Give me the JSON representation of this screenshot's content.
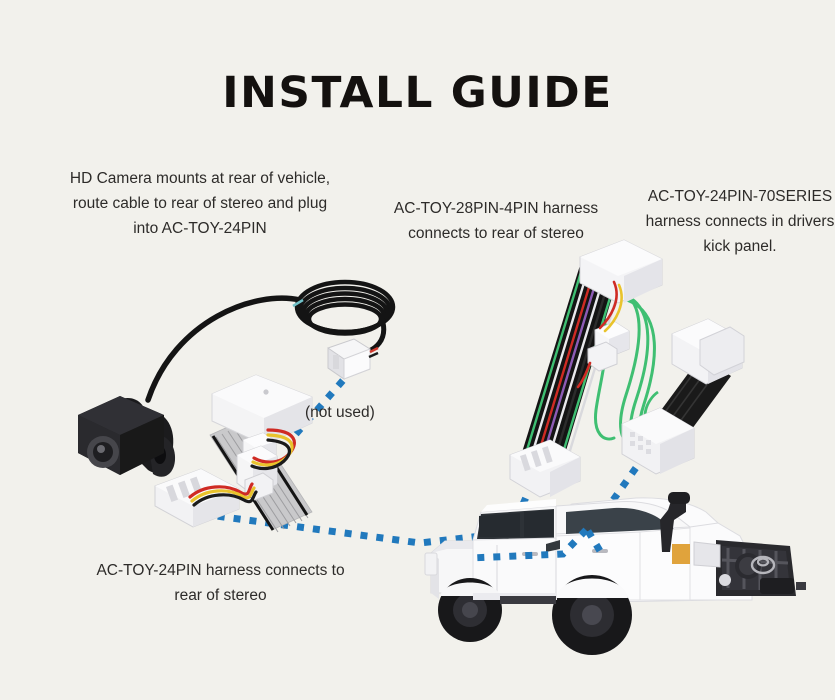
{
  "page": {
    "title": "INSTALL GUIDE",
    "background_color": "#f2f1ec",
    "text_color": "#2d2b29",
    "accent_color": "#2179bd"
  },
  "captions": {
    "camera": "HD Camera mounts at rear of vehicle, route cable to rear of stereo and plug into AC-TOY-24PIN",
    "harness_28pin": "AC-TOY-28PIN-4PIN harness connects to rear of stereo",
    "harness_24pin_70series": "AC-TOY-24PIN-70SERIES harness connects in drivers kick panel.",
    "harness_24pin": "AC-TOY-24PIN harness connects to rear of stereo",
    "not_used": "(not used)"
  },
  "parts": {
    "camera": "HD reversing camera with mounting bracket",
    "camera_cable": "Coiled black extension cable",
    "harness_24pin": "AC-TOY-24PIN harness with ribbon cable and module",
    "harness_28pin_4pin": "AC-TOY-28PIN-4PIN harness",
    "harness_24pin_70series": "AC-TOY-24PIN-70SERIES harness",
    "vehicle": "Toyota Land Cruiser 79 Series dual-cab ute"
  },
  "connections": [
    {
      "from": "harness_24pin",
      "to": "vehicle_dash"
    },
    {
      "from": "harness_28pin_4pin",
      "to": "vehicle_dash"
    },
    {
      "from": "harness_24pin_70series",
      "to": "vehicle_dash"
    },
    {
      "from": "camera_cable_connector",
      "to": "not_used_marker"
    }
  ]
}
